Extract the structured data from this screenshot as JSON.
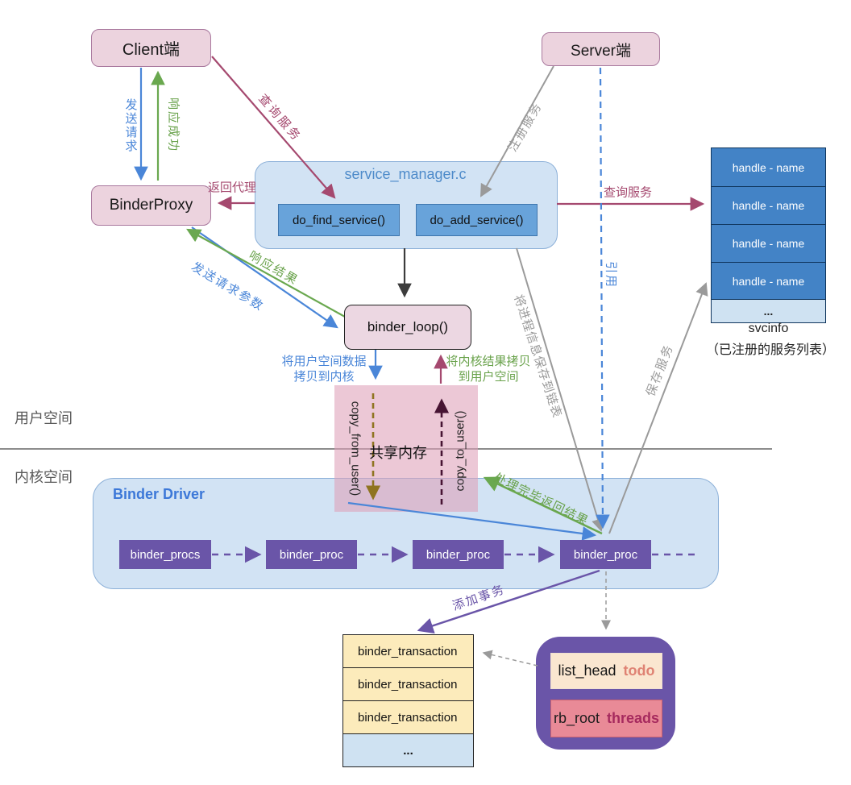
{
  "regions": {
    "user_space_label": "用户空间",
    "kernel_space_label": "内核空间"
  },
  "nodes": {
    "client": {
      "label": "Client端"
    },
    "server": {
      "label": "Server端"
    },
    "binder_proxy": {
      "label": "BinderProxy"
    },
    "service_manager": {
      "title": "service_manager.c",
      "do_find_service": "do_find_service()",
      "do_add_service": "do_add_service()"
    },
    "binder_loop": {
      "label": "binder_loop()"
    },
    "shared_memory": {
      "label": "共享内存",
      "copy_from_user": "copy_from_user()",
      "copy_to_user": "copy_to_user()"
    },
    "svcinfo": {
      "rows": [
        "handle - name",
        "handle - name",
        "handle - name",
        "handle - name",
        "..."
      ],
      "caption_line1": "svcinfo",
      "caption_line2": "（已注册的服务列表）"
    },
    "binder_driver": {
      "title": "Binder Driver",
      "chain": [
        "binder_procs",
        "binder_proc",
        "binder_proc",
        "binder_proc"
      ]
    },
    "transactions": {
      "rows": [
        "binder_transaction",
        "binder_transaction",
        "binder_transaction",
        "..."
      ]
    },
    "proc_detail": {
      "row1_field": "list_head",
      "row1_value": "todo",
      "row2_field": "rb_root",
      "row2_value": "threads"
    }
  },
  "edges": {
    "send_request": "发送请求",
    "response_success": "响应成功",
    "query_service_find": "查询服务",
    "register_service": "注册服务",
    "return_proxy": "返回代理",
    "response_result": "响应结果",
    "send_request_params": "发送请求参数",
    "query_service_svcinfo": "查询服务",
    "copy_userdata_to_kernel": "将用户空间数据拷贝到内核",
    "copy_result_to_user": "将内核结果拷贝到用户空间",
    "reference": "引用",
    "save_process_info": "将进程信息保存到链表",
    "save_service": "保存服务",
    "done_return_result": "处理完毕返回结果",
    "add_transaction": "添加事务"
  },
  "colors": {
    "pink_node_fill": "#ecd3de",
    "blue_container_fill": "#d2e3f4",
    "blue_box_fill": "#68a3da",
    "svcinfo_row_fill": "#4383c6",
    "purple_fill": "#6a55a8",
    "yellow_row_fill": "#fcebbb",
    "light_row_fill": "#cfe2f2",
    "cream_fill": "#fae6d0",
    "salmon_fill": "#e98a97",
    "todo_text": "#df8273",
    "threads_text": "#a62a5e",
    "arrow_blue": "#4a86d8",
    "arrow_green": "#6aa84f",
    "arrow_crimson": "#a5496f",
    "arrow_gray": "#9a9a9a",
    "arrow_purple": "#6a55a8",
    "arrow_olive": "#8f7420",
    "arrow_maroon": "#471433",
    "arrow_black": "#3c3c3c"
  }
}
